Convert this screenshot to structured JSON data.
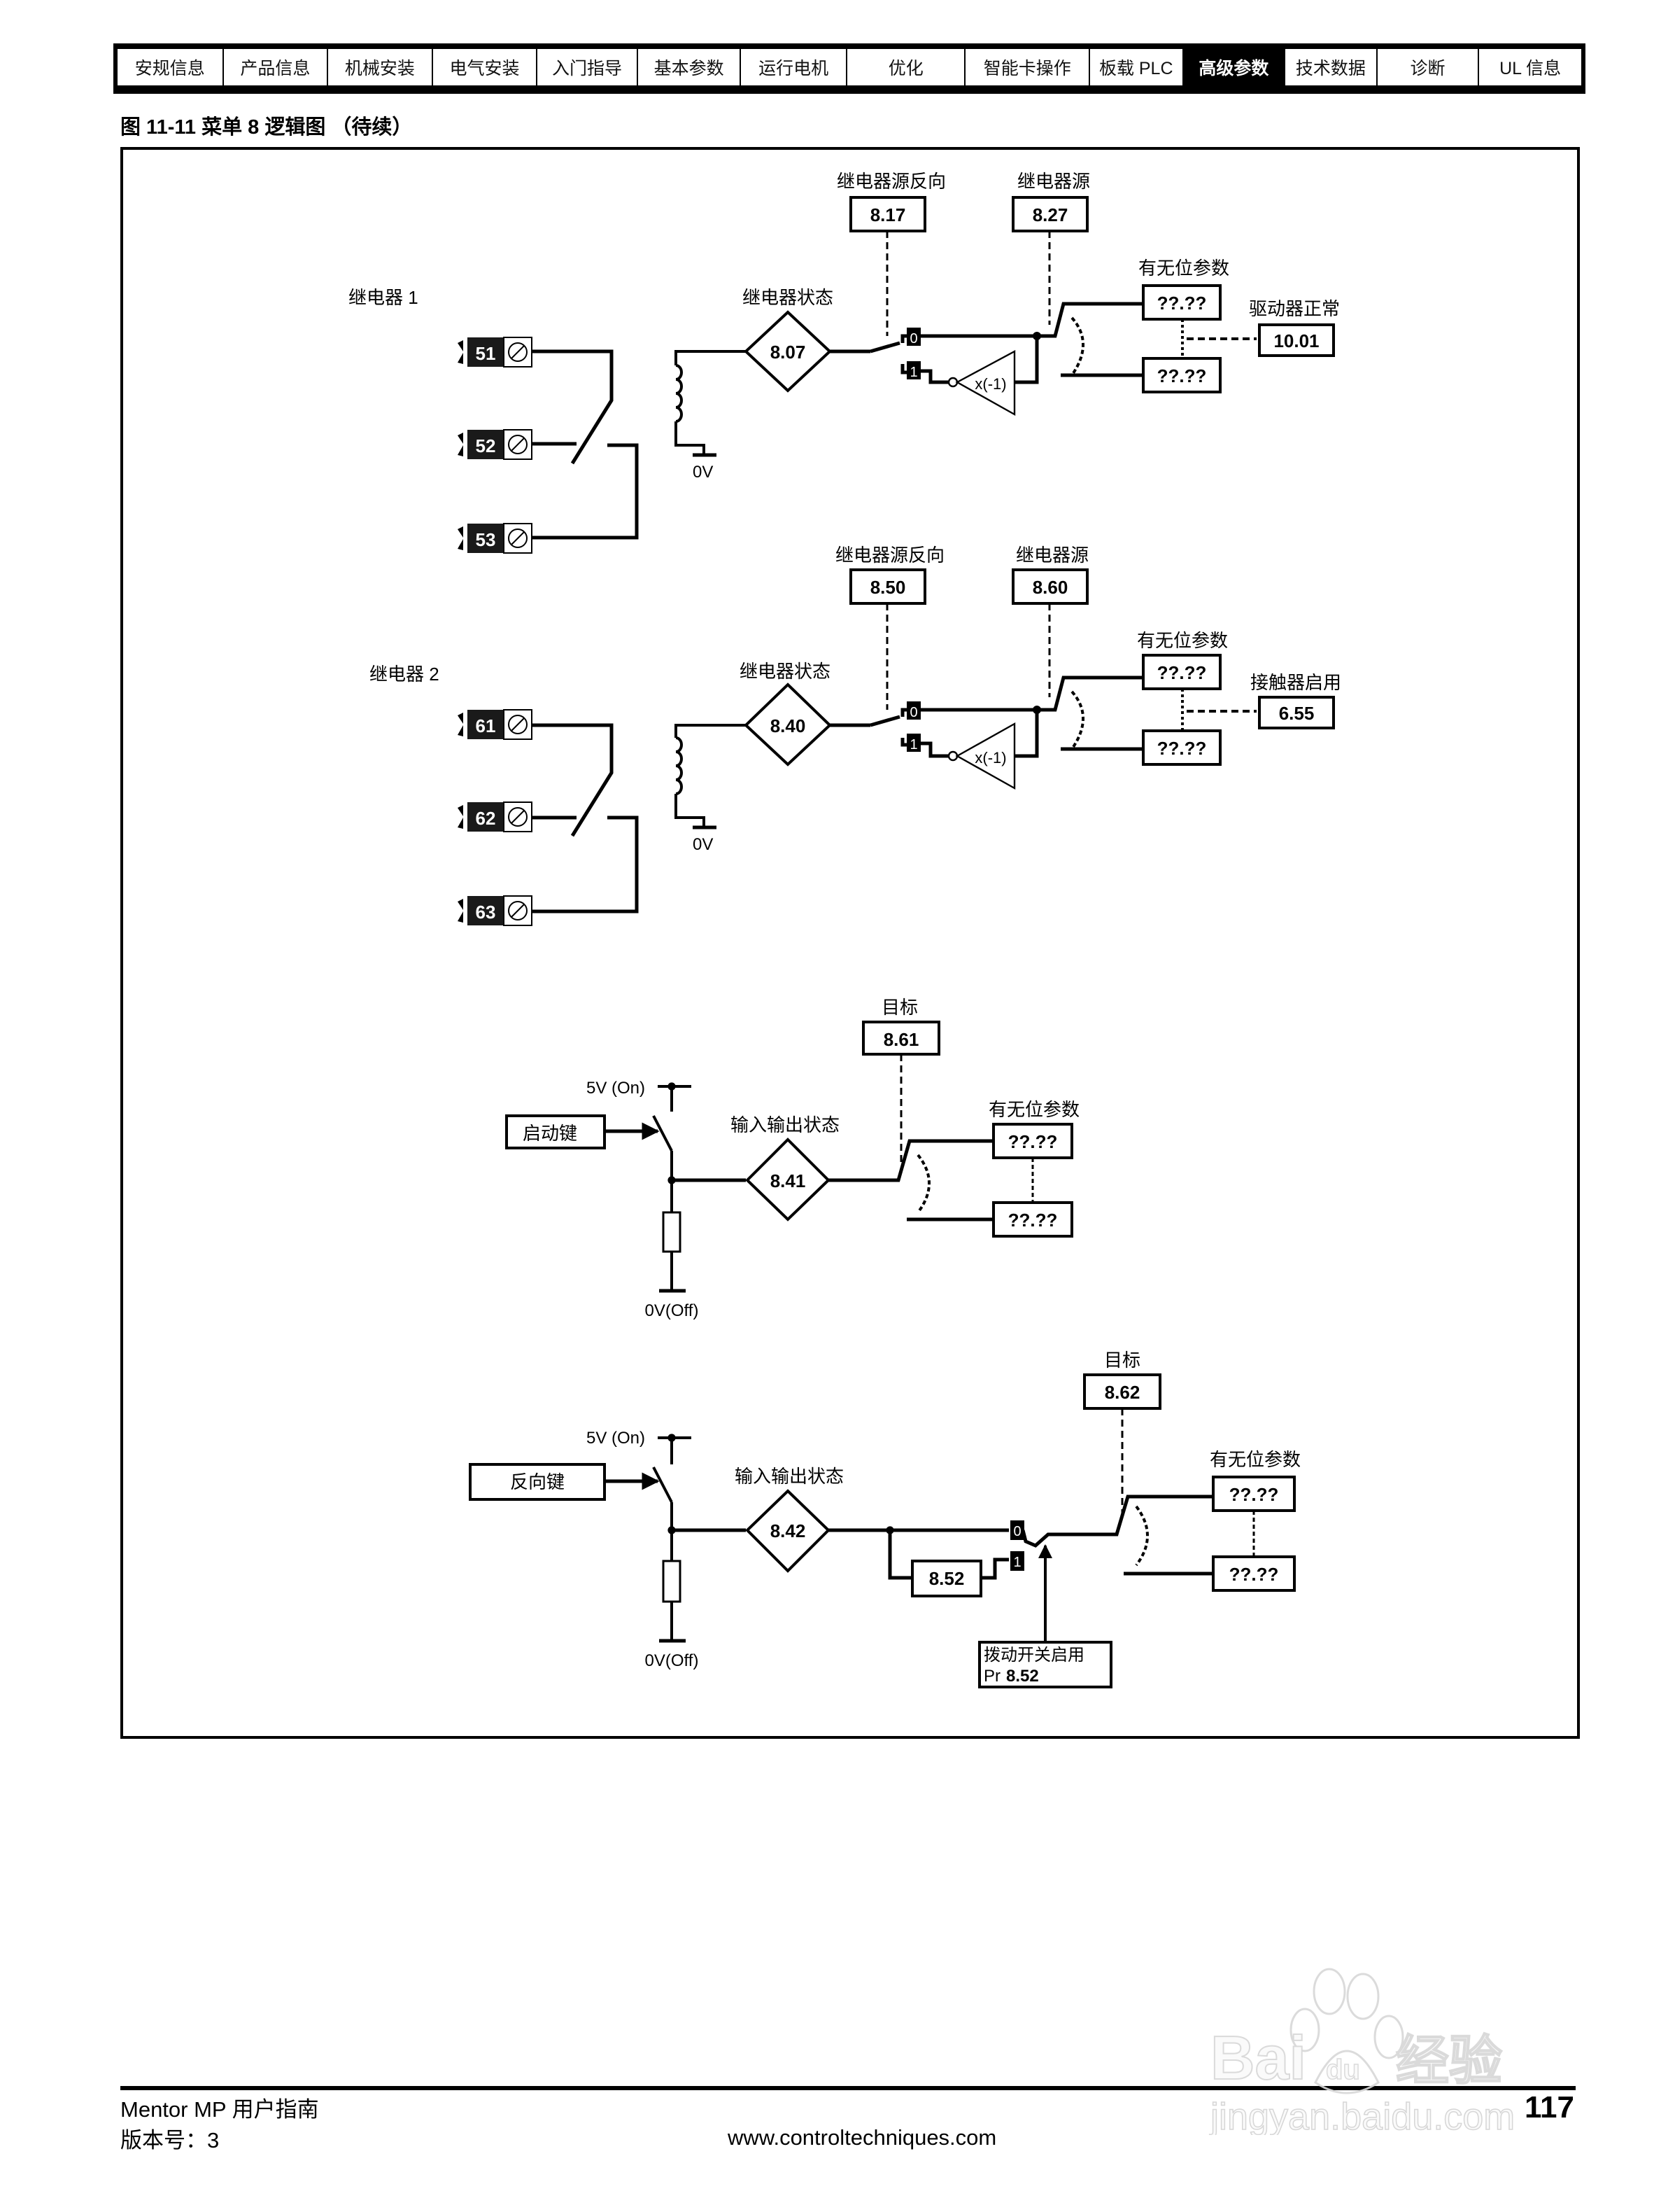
{
  "nav": {
    "items": [
      {
        "label": "安规信息",
        "active": false
      },
      {
        "label": "产品信息",
        "active": false
      },
      {
        "label": "机械安装",
        "active": false
      },
      {
        "label": "电气安装",
        "active": false
      },
      {
        "label": "入门指导",
        "active": false
      },
      {
        "label": "基本参数",
        "active": false
      },
      {
        "label": "运行电机",
        "active": false
      },
      {
        "label": "优化",
        "active": false
      },
      {
        "label": "智能卡操作",
        "active": false
      },
      {
        "label": "板载 PLC",
        "active": false
      },
      {
        "label": "高级参数",
        "active": true
      },
      {
        "label": "技术数据",
        "active": false
      },
      {
        "label": "诊断",
        "active": false
      },
      {
        "label": "UL 信息",
        "active": false
      }
    ]
  },
  "figure": {
    "title": "图 11-11   菜单 8 逻辑图 （待续）"
  },
  "relay1": {
    "label": "继电器 1",
    "terminals": [
      "51",
      "52",
      "53"
    ],
    "ground_label": "0V",
    "status_label": "继电器状态",
    "status_param": "8.07",
    "invert_label": "继电器源反向",
    "invert_param": "8.17",
    "source_label": "继电器源",
    "source_param": "8.27",
    "switch_pos0": "0",
    "switch_pos1": "1",
    "inverter_label": "x(-1)",
    "bit_param_label": "有无位参数",
    "bit_param_top": "??.??",
    "bit_param_bottom": "??.??",
    "default_label": "驱动器正常",
    "default_param": "10.01"
  },
  "relay2": {
    "label": "继电器 2",
    "terminals": [
      "61",
      "62",
      "63"
    ],
    "ground_label": "0V",
    "status_label": "继电器状态",
    "status_param": "8.40",
    "invert_label": "继电器源反向",
    "invert_param": "8.50",
    "source_label": "继电器源",
    "source_param": "8.60",
    "switch_pos0": "0",
    "switch_pos1": "1",
    "inverter_label": "x(-1)",
    "bit_param_label": "有无位参数",
    "bit_param_top": "??.??",
    "bit_param_bottom": "??.??",
    "default_label": "接触器启用",
    "default_param": "6.55"
  },
  "start_key": {
    "key_label": "启动键",
    "supply_label": "5V (On)",
    "ground_label": "0V(Off)",
    "status_label": "输入输出状态",
    "status_param": "8.41",
    "dest_label": "目标",
    "dest_param": "8.61",
    "bit_param_label": "有无位参数",
    "bit_param_top": "??.??",
    "bit_param_bottom": "??.??"
  },
  "reverse_key": {
    "key_label": "反向键",
    "supply_label": "5V (On)",
    "ground_label": "0V(Off)",
    "status_label": "输入输出状态",
    "status_param": "8.42",
    "toggle_param": "8.52",
    "switch_pos0": "0",
    "switch_pos1": "1",
    "toggle_enable_label": "拨动开关启用",
    "toggle_enable_prefix": "Pr",
    "toggle_enable_param": "8.52",
    "dest_label": "目标",
    "dest_param": "8.62",
    "bit_param_label": "有无位参数",
    "bit_param_top": "??.??",
    "bit_param_bottom": "??.??"
  },
  "footer": {
    "product": "Mentor MP 用户指南",
    "version": "版本号：3",
    "url": "www.controltechniques.com",
    "page_number": "117"
  },
  "watermark": {
    "logo_text": "Bai",
    "logo_paw_text": "du",
    "logo_cn": "经验",
    "domain": "jingyan.baidu.com"
  }
}
